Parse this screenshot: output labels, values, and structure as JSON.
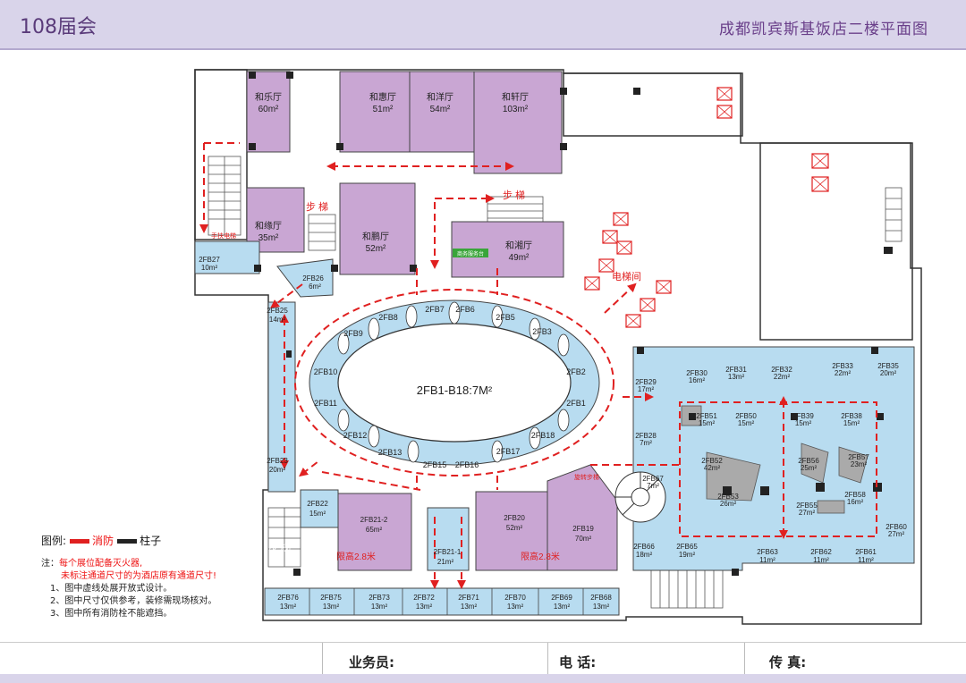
{
  "header": {
    "event": "108届会",
    "title": "成都凯宾斯基饭店二楼平面图"
  },
  "halls": [
    {
      "name": "和乐厅",
      "area": "60m²"
    },
    {
      "name": "和惠厅",
      "area": "51m²"
    },
    {
      "name": "和洋厅",
      "area": "54m²"
    },
    {
      "name": "和轩厅",
      "area": "103m²"
    },
    {
      "name": "和缘厅",
      "area": "35m²"
    },
    {
      "name": "和鹏厅",
      "area": "52m²"
    },
    {
      "name": "和湘厅",
      "area": "49m²"
    }
  ],
  "labels": {
    "stairs": "步 梯",
    "escalator": "手扶电梯",
    "elevator_hall": "电梯间",
    "spiral_stairs": "旋转步梯",
    "service_desk": "商务服务台",
    "height_limit": "限高2.8米",
    "center_area": "2FB1-B18:7M²"
  },
  "ring_booths": [
    "2FB1",
    "2FB2",
    "2FB3",
    "2FB5",
    "2FB6",
    "2FB7",
    "2FB8",
    "2FB9",
    "2FB10",
    "2FB11",
    "2FB12",
    "2FB13",
    "2FB15",
    "2FB16",
    "2FB17",
    "2FB18"
  ],
  "booths": [
    {
      "id": "2FB27",
      "area": "10m²"
    },
    {
      "id": "2FB26",
      "area": "6m²"
    },
    {
      "id": "2FB25",
      "area": "14m²"
    },
    {
      "id": "2FB23",
      "area": "20m²"
    },
    {
      "id": "2FB22",
      "area": "15m²"
    },
    {
      "id": "2FB21-2",
      "area": "65m²"
    },
    {
      "id": "2FB21-1",
      "area": "21m²"
    },
    {
      "id": "2FB20",
      "area": "52m²"
    },
    {
      "id": "2FB19",
      "area": "70m²"
    },
    {
      "id": "2FB29",
      "area": "17m²"
    },
    {
      "id": "2FB28",
      "area": "7m²"
    },
    {
      "id": "2FB67",
      "area": "7m²"
    },
    {
      "id": "2FB66",
      "area": "18m²"
    },
    {
      "id": "2FB65",
      "area": "19m²"
    },
    {
      "id": "2FB30",
      "area": "16m²"
    },
    {
      "id": "2FB31",
      "area": "13m²"
    },
    {
      "id": "2FB32",
      "area": "22m²"
    },
    {
      "id": "2FB33",
      "area": "22m²"
    },
    {
      "id": "2FB35",
      "area": "20m²"
    },
    {
      "id": "2FB51",
      "area": "15m²"
    },
    {
      "id": "2FB50",
      "area": "15m²"
    },
    {
      "id": "2FB39",
      "area": "15m²"
    },
    {
      "id": "2FB38",
      "area": "15m²"
    },
    {
      "id": "2FB52",
      "area": "42m²"
    },
    {
      "id": "2FB53",
      "area": "26m²"
    },
    {
      "id": "2FB56",
      "area": "25m²"
    },
    {
      "id": "2FB57",
      "area": "23m²"
    },
    {
      "id": "2FB55",
      "area": "27m²"
    },
    {
      "id": "2FB58",
      "area": "16m²"
    },
    {
      "id": "2FB60",
      "area": "27m²"
    },
    {
      "id": "2FB63",
      "area": "11m²"
    },
    {
      "id": "2FB62",
      "area": "11m²"
    },
    {
      "id": "2FB61",
      "area": "11m²"
    },
    {
      "id": "2FB76",
      "area": "13m²"
    },
    {
      "id": "2FB75",
      "area": "13m²"
    },
    {
      "id": "2FB73",
      "area": "13m²"
    },
    {
      "id": "2FB72",
      "area": "13m²"
    },
    {
      "id": "2FB71",
      "area": "13m²"
    },
    {
      "id": "2FB70",
      "area": "13m²"
    },
    {
      "id": "2FB69",
      "area": "13m²"
    },
    {
      "id": "2FB68",
      "area": "13m²"
    }
  ],
  "legend": {
    "title": "图例:",
    "fire": "消防",
    "column": "柱子",
    "fire_color": "#e02020",
    "column_color": "#222222"
  },
  "notes": {
    "prefix": "注：",
    "red1": "每个展位配备灭火器,",
    "red2": "未标注通道尺寸的为酒店原有通道尺寸!",
    "n1": "1、图中虚线处展开放式设计。",
    "n2": "2、图中尺寸仅供参考，装修需现场核对。",
    "n3": "3、图中所有消防栓不能遮挡。"
  },
  "footer": {
    "sales": "业务员:",
    "phone": "电    话:",
    "fax": "传    真:"
  },
  "colors": {
    "hall": "#c9a6d3",
    "booth": "#b8dcf0",
    "route": "#e02020",
    "band": "#d9d4ea"
  }
}
